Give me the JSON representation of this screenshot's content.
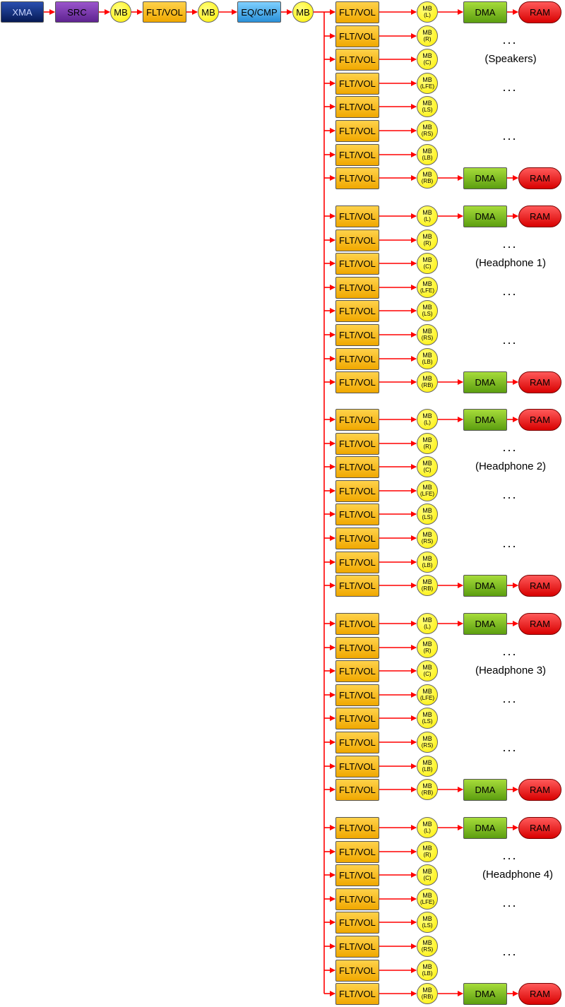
{
  "colors": {
    "xma": "#0a2a7a",
    "src": "#7a35b0",
    "mb": "#ffff33",
    "flt": "#ffc000",
    "eq": "#4fb3f0",
    "dma": "#8cc81e",
    "ram": "#ff1a1a",
    "arrow": "#ff0000"
  },
  "chain": [
    {
      "kind": "xma",
      "text": "XMA"
    },
    {
      "kind": "src",
      "text": "SRC"
    },
    {
      "kind": "mb",
      "text": "MB"
    },
    {
      "kind": "flt",
      "text": "FLT/VOL"
    },
    {
      "kind": "mb",
      "text": "MB"
    },
    {
      "kind": "eq",
      "text": "EQ/CMP"
    },
    {
      "kind": "mb",
      "text": "MB"
    }
  ],
  "flt_label": "FLT/VOL",
  "mb_label": "MB",
  "dma_label": "DMA",
  "ram_label": "RAM",
  "ellipsis": "...",
  "channels": [
    "(L)",
    "(R)",
    "(C)",
    "(LFE)",
    "(LS)",
    "(RS)",
    "(LB)",
    "(RB)"
  ],
  "groups": [
    {
      "name": "(Speakers)"
    },
    {
      "name": "(Headphone 1)"
    },
    {
      "name": "(Headphone 2)"
    },
    {
      "name": "(Headphone 3)"
    },
    {
      "name": "(Headphone 4)"
    }
  ]
}
